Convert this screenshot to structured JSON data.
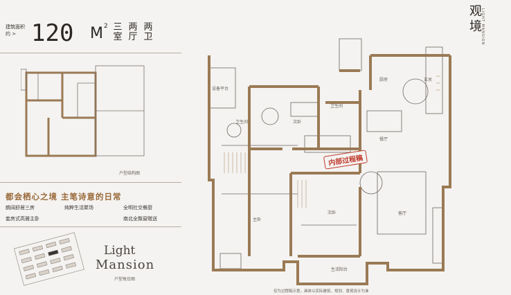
{
  "header": {
    "area_label": "建筑面积约 >",
    "area_number": "120",
    "area_unit": "M",
    "area_sup": "2",
    "layout_col1": "三室",
    "layout_col2": "两厅",
    "layout_col3": "两卫"
  },
  "small_plan_caption": "户型结构图",
  "tagline": "都会栖心之境 主笔诗意的日常",
  "features": [
    "朗阔舒居三房",
    "纯粹生活聚场",
    "全明社交餐厨",
    "套房式高雅主卧",
    "南北全飘窗赠送"
  ],
  "brand": {
    "title": "观境",
    "vertical_en": "LIGHT MANSION",
    "logo_line1": "Light",
    "logo_line2": "Mansion",
    "logo_sub": "户型每日图"
  },
  "floorplan": {
    "stamp": "内部过程稿",
    "rooms": {
      "equipment_platform": "设备平台",
      "kitchen": "厨房",
      "entrance": "玄关",
      "bath1": "卫生间",
      "bath2": "卫生间",
      "bedroom_second": "次卧",
      "dining": "餐厅",
      "master": "主卧",
      "bedroom_third": "次卧",
      "living": "客厅",
      "balcony": "生活阳台"
    },
    "footnote": "仅为过程稿示意，具体以实际建筑、规划、景观设计为准"
  },
  "colors": {
    "wall": "#9a7a55",
    "accent": "#9a6a3a",
    "stamp": "#c0392b",
    "background": "#f4f3f1"
  }
}
